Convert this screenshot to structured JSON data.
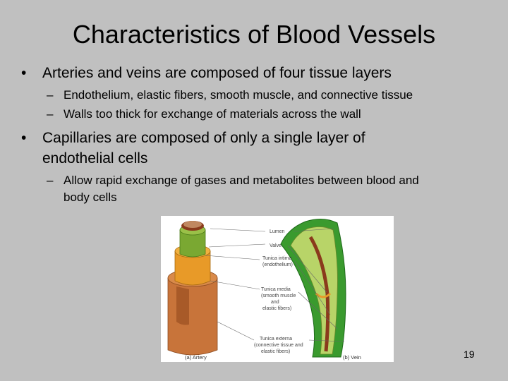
{
  "slide": {
    "title": "Characteristics of Blood Vessels",
    "bullets": [
      {
        "text": "Arteries and veins are composed of four tissue layers",
        "sub": [
          "Endothelium, elastic fibers, smooth muscle, and connective tissue",
          "Walls too thick for exchange of materials across the wall"
        ]
      },
      {
        "line1": "Capillaries are composed of only a single layer of",
        "line2": "endothelial cells",
        "sub_line1": "Allow rapid exchange of gases and metabolites between blood and",
        "sub_line2": "body cells"
      }
    ],
    "bullet_glyph": "•",
    "dash_glyph": "–",
    "page_number": "19"
  },
  "figure": {
    "labels": {
      "lumen": "Lumen",
      "valve": "Valve",
      "intima_1": "Tunica intima",
      "intima_2": "(endothelium)",
      "media_1": "Tunica media",
      "media_2": "(smooth muscle",
      "media_3": "and",
      "media_4": "elastic fibers)",
      "externa_1": "Tunica externa",
      "externa_2": "(connective tissue and",
      "externa_3": "elastic fibers)"
    },
    "caption_artery": "(a) Artery",
    "caption_vein": "(b) Vein",
    "colors": {
      "externa": "#c8743a",
      "media": "#e89a28",
      "intima": "#7aa832",
      "lumen": "#8a3a1c",
      "vein_outer": "#3a9a2e",
      "vein_inner": "#b8d468"
    }
  }
}
